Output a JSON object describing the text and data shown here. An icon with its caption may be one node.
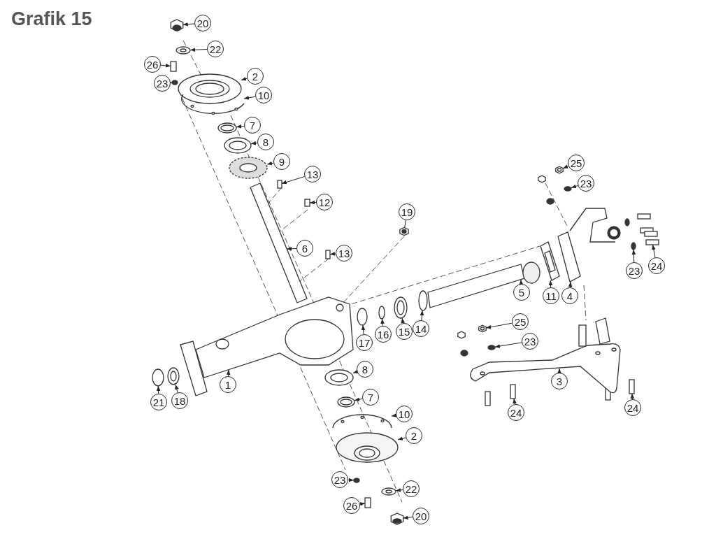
{
  "diagram": {
    "title": "Grafik 15",
    "nodes": [
      {
        "text": [
          "20"
        ]
      },
      {
        "text": [
          "22"
        ]
      },
      {
        "text": [
          "26"
        ]
      },
      {
        "text": [
          "23"
        ]
      },
      {
        "text": [
          "2"
        ]
      },
      {
        "text": [
          "10"
        ]
      },
      {
        "text": [
          "7"
        ]
      },
      {
        "text": [
          "8"
        ]
      },
      {
        "text": [
          "9"
        ]
      },
      {
        "text": [
          "13"
        ]
      },
      {
        "text": [
          "25"
        ]
      },
      {
        "text": [
          "23"
        ]
      },
      {
        "text": [
          "12"
        ]
      },
      {
        "text": [
          "19"
        ]
      },
      {
        "text": [
          "6"
        ]
      },
      {
        "text": [
          "13"
        ]
      },
      {
        "text": [
          "23"
        ]
      },
      {
        "text": [
          "24"
        ]
      },
      {
        "text": [
          "5"
        ]
      },
      {
        "text": [
          "11"
        ]
      },
      {
        "text": [
          "4"
        ]
      },
      {
        "text": [
          "14"
        ]
      },
      {
        "text": [
          "15"
        ]
      },
      {
        "text": [
          "16"
        ]
      },
      {
        "text": [
          "17"
        ]
      },
      {
        "text": [
          "25"
        ]
      },
      {
        "text": [
          "23"
        ]
      },
      {
        "text": [
          "3"
        ]
      },
      {
        "text": [
          "1"
        ]
      },
      {
        "text": [
          "8"
        ]
      },
      {
        "text": [
          "21"
        ]
      },
      {
        "text": [
          "18"
        ]
      },
      {
        "text": [
          "7"
        ]
      },
      {
        "text": [
          "10"
        ]
      },
      {
        "text": [
          "2"
        ]
      },
      {
        "text": [
          "24"
        ]
      },
      {
        "text": [
          "24"
        ]
      },
      {
        "text": [
          "23"
        ]
      },
      {
        "text": [
          "22"
        ]
      },
      {
        "text": [
          "26"
        ]
      },
      {
        "text": [
          "20"
        ]
      },
      {
        "text": [],
        "shape": "picture"
      },
      {
        "text": [],
        "shape": "picture"
      },
      {
        "text": [],
        "shape": "box"
      },
      {
        "text": [],
        "shape": "circle"
      },
      {
        "text": [],
        "shape": "picture"
      },
      {
        "text": [],
        "shape": "picture"
      },
      {
        "text": [],
        "shape": "picture"
      },
      {
        "text": [],
        "shape": "picture"
      },
      {
        "text": [],
        "shape": "picture"
      },
      {
        "text": [],
        "shape": "box"
      },
      {
        "text": [],
        "shape": "picture"
      },
      {
        "text": [],
        "shape": "circle"
      },
      {
        "text": [],
        "shape": "box"
      },
      {
        "text": [],
        "shape": "picture"
      },
      {
        "text": [],
        "shape": "picture"
      },
      {
        "text": [],
        "shape": "box"
      },
      {
        "text": [],
        "shape": "circle"
      },
      {
        "text": [],
        "shape": "box"
      },
      {
        "text": [],
        "shape": "picture"
      },
      {
        "text": [],
        "shape": "picture"
      },
      {
        "text": [],
        "shape": "picture"
      },
      {
        "text": [],
        "shape": "circle"
      },
      {
        "text": [],
        "shape": "picture"
      },
      {
        "text": [],
        "shape": "circle"
      },
      {
        "text": [],
        "shape": "circle"
      },
      {
        "text": [],
        "shape": "picture"
      },
      {
        "text": [],
        "shape": "circle"
      },
      {
        "text": [],
        "shape": "picture"
      },
      {
        "text": [],
        "shape": "picture"
      },
      {
        "text": [],
        "shape": "picture"
      },
      {
        "text": [],
        "shape": "circle"
      },
      {
        "text": [],
        "shape": "picture"
      },
      {
        "text": [],
        "shape": "picture"
      },
      {
        "text": [],
        "shape": "picture"
      },
      {
        "text": [],
        "shape": "picture"
      },
      {
        "text": [],
        "shape": "box"
      },
      {
        "text": [],
        "shape": "box"
      },
      {
        "text": [],
        "shape": "circle"
      },
      {
        "text": [],
        "shape": "picture"
      },
      {
        "text": [],
        "shape": "box"
      },
      {
        "text": [],
        "shape": "picture"
      }
    ],
    "edges": [
      {
        "from": 0,
        "to": 41,
        "arrow": "to"
      },
      {
        "from": 1,
        "to": 42,
        "arrow": "to"
      },
      {
        "from": 2,
        "to": 43,
        "arrow": "to"
      },
      {
        "from": 3,
        "to": 44,
        "arrow": "to"
      },
      {
        "from": 4,
        "to": 45,
        "arrow": "to"
      },
      {
        "from": 5,
        "to": 46,
        "arrow": "to"
      },
      {
        "from": 6,
        "to": 47,
        "arrow": "to"
      },
      {
        "from": 7,
        "to": 48,
        "arrow": "to"
      },
      {
        "from": 8,
        "to": 49,
        "arrow": "to"
      },
      {
        "from": 9,
        "to": 50,
        "arrow": "to"
      },
      {
        "from": 10,
        "to": 51,
        "arrow": "to"
      },
      {
        "from": 11,
        "to": 52,
        "arrow": "to"
      },
      {
        "from": 12,
        "to": 53,
        "arrow": "to"
      },
      {
        "from": 13,
        "to": 54,
        "arrow": "none"
      },
      {
        "from": 14,
        "to": 55,
        "arrow": "to"
      },
      {
        "from": 15,
        "to": 56,
        "arrow": "to"
      },
      {
        "from": 16,
        "to": 57,
        "arrow": "to"
      },
      {
        "from": 17,
        "to": 58,
        "arrow": "to"
      },
      {
        "from": 18,
        "to": 59,
        "arrow": "to"
      },
      {
        "from": 19,
        "to": 60,
        "arrow": "to"
      },
      {
        "from": 20,
        "to": 61,
        "arrow": "to"
      },
      {
        "from": 21,
        "to": 62,
        "arrow": "to"
      },
      {
        "from": 22,
        "to": 63,
        "arrow": "to"
      },
      {
        "from": 23,
        "to": 64,
        "arrow": "to"
      },
      {
        "from": 24,
        "to": 65,
        "arrow": "to"
      },
      {
        "from": 25,
        "to": 66,
        "arrow": "to"
      },
      {
        "from": 26,
        "to": 67,
        "arrow": "to"
      },
      {
        "from": 27,
        "to": 68,
        "arrow": "to"
      },
      {
        "from": 28,
        "to": 69,
        "arrow": "to"
      },
      {
        "from": 29,
        "to": 70,
        "arrow": "to"
      },
      {
        "from": 30,
        "to": 71,
        "arrow": "to"
      },
      {
        "from": 31,
        "to": 72,
        "arrow": "to"
      },
      {
        "from": 32,
        "to": 73,
        "arrow": "to"
      },
      {
        "from": 33,
        "to": 74,
        "arrow": "to"
      },
      {
        "from": 34,
        "to": 75,
        "arrow": "to"
      },
      {
        "from": 35,
        "to": 76,
        "arrow": "to"
      },
      {
        "from": 36,
        "to": 77,
        "arrow": "to"
      },
      {
        "from": 37,
        "to": 78,
        "arrow": "to"
      },
      {
        "from": 38,
        "to": 79,
        "arrow": "to"
      },
      {
        "from": 39,
        "to": 80,
        "arrow": "to"
      },
      {
        "from": 40,
        "to": 81,
        "arrow": "to"
      }
    ]
  }
}
